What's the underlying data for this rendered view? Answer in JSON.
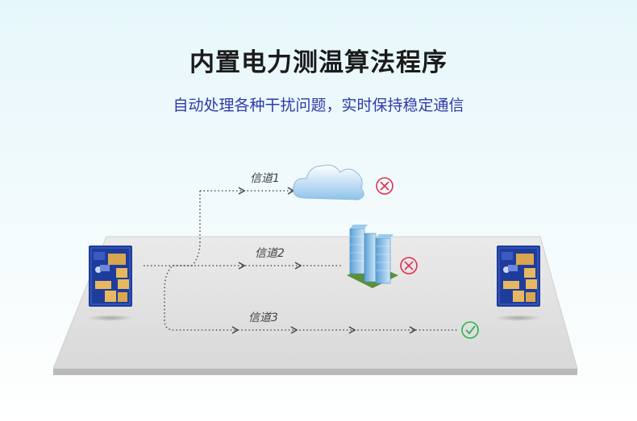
{
  "header": {
    "title": "内置电力测温算法程序",
    "subtitle": "自动处理各种干扰问题，实时保持稳定通信"
  },
  "channels": [
    {
      "label": "信道1",
      "status": "failed",
      "obstacle": "cloud-icon"
    },
    {
      "label": "信道2",
      "status": "failed",
      "obstacle": "building-icon"
    },
    {
      "label": "信道3",
      "status": "success",
      "obstacle": ""
    }
  ],
  "colors": {
    "fail": "#e0304e",
    "success": "#2fb24a",
    "subtitle": "#2e3aa8",
    "board": "#1d3c9c"
  }
}
